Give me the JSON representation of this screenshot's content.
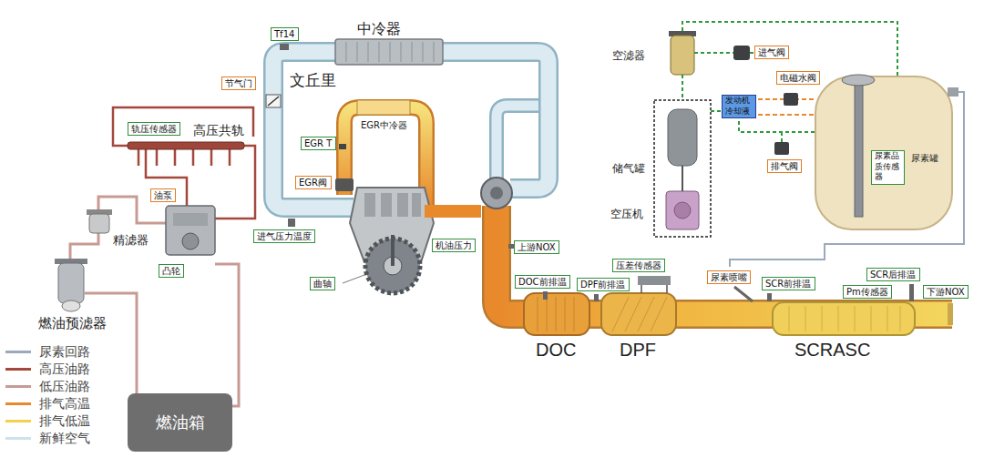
{
  "diagram": {
    "nodes": [
      {
        "text": [
          "Tf14"
        ]
      },
      {
        "text": [
          "节气门"
        ]
      },
      {
        "text": [
          "轨压传感器"
        ]
      },
      {
        "text": [
          "EGR T"
        ]
      },
      {
        "text": [
          "EGR阀"
        ]
      },
      {
        "text": [
          "油泵"
        ]
      },
      {
        "text": [
          "进气压力温度"
        ]
      },
      {
        "text": [
          "机油压力"
        ]
      },
      {
        "text": [
          "凸轮"
        ]
      },
      {
        "text": [
          "曲轴"
        ]
      },
      {
        "text": [
          "上游NOX"
        ]
      },
      {
        "text": [
          "DOC前排温"
        ]
      },
      {
        "text": [
          "DPF前排温"
        ]
      },
      {
        "text": [
          "压差传感器"
        ]
      },
      {
        "text": [
          "尿素喷嘴"
        ]
      },
      {
        "text": [
          "SCR前排温"
        ]
      },
      {
        "text": [
          "SCR后排温"
        ]
      },
      {
        "text": [
          "Pm传感器"
        ]
      },
      {
        "text": [
          "下游NOX"
        ]
      },
      {
        "text": [
          "进气阀"
        ]
      },
      {
        "text": [
          "电磁水阀"
        ]
      },
      {
        "text": [
          "发动机冷却液"
        ]
      },
      {
        "text": [
          "排气阀"
        ]
      },
      {
        "text": [
          "尿素品质传感器"
        ]
      },
      {
        "text": [
          "燃油箱"
        ]
      }
    ],
    "labels": [
      "中冷器",
      "文丘里",
      "高压共轨",
      "EGR中冷器",
      "精滤器",
      "空滤器",
      "储气罐",
      "空压机",
      "尿素罐",
      "燃油预滤器",
      "DOC",
      "DPF",
      "SCRASC"
    ],
    "legend": [
      {
        "text": "尿素回路",
        "color": "#9aa9bd"
      },
      {
        "text": "高压油路",
        "color": "#a4483d"
      },
      {
        "text": "低压油路",
        "color": "#c79b94"
      },
      {
        "text": "排气高温",
        "color": "#e8892c"
      },
      {
        "text": "排气低温",
        "color": "#f2d24c"
      },
      {
        "text": "新鲜空气",
        "color": "#cfe2ec"
      }
    ]
  }
}
